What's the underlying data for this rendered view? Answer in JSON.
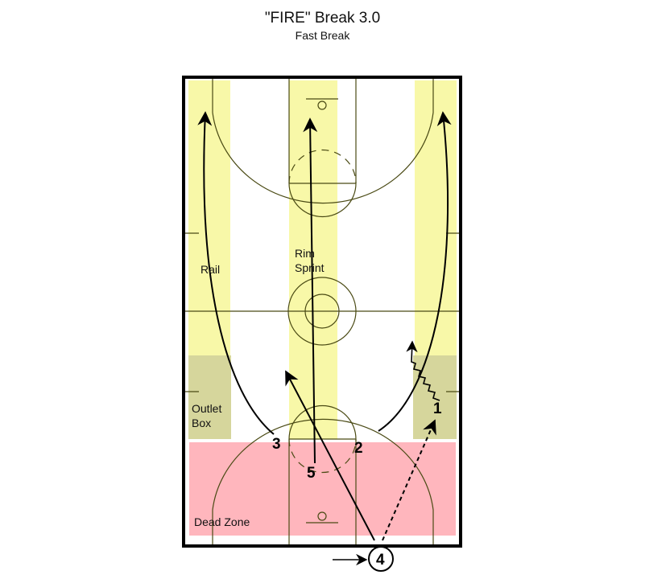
{
  "header": {
    "title": "\"FIRE\" Break 3.0",
    "subtitle": "Fast Break"
  },
  "colors": {
    "lane_yellow": "#f8f8a8",
    "outlet_box": "#d6d69c",
    "dead_zone": "#ffb6bd",
    "court_line": "#5a5a1e",
    "border": "#000000"
  },
  "zones": {
    "rail": "Rail",
    "rim_sprint_line1": "Rim",
    "rim_sprint_line2": "Sprint",
    "outlet_line1": "Outlet",
    "outlet_line2": "Box",
    "dead_zone": "Dead Zone"
  },
  "players": {
    "p1": "1",
    "p2": "2",
    "p3": "3",
    "p4": "4",
    "p5": "5"
  }
}
